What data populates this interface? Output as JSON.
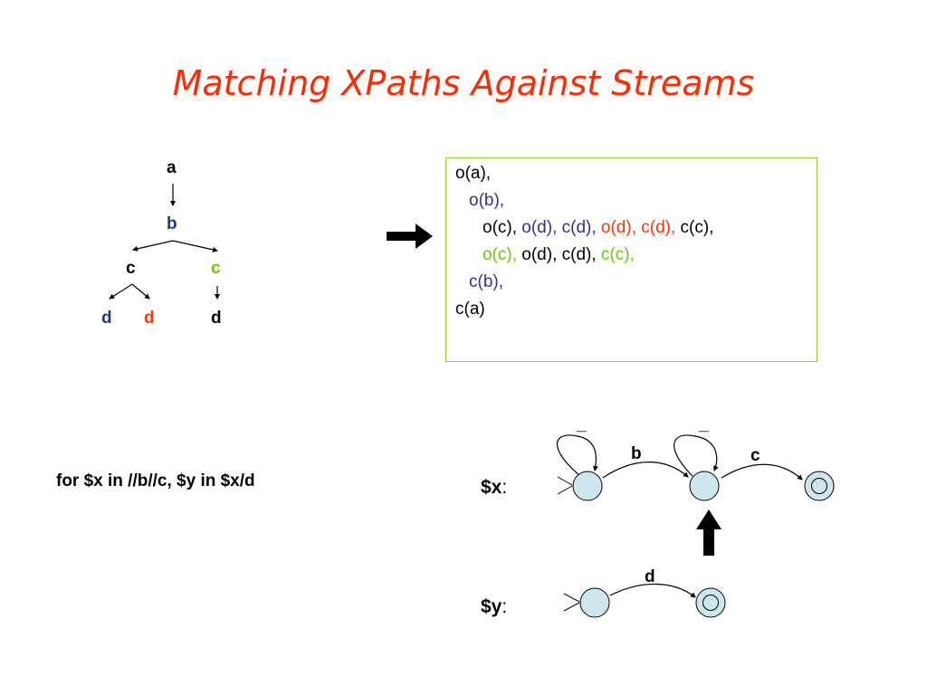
{
  "title": "Matching XPaths Against Streams",
  "tree": {
    "a": "a",
    "b": "b",
    "c_left": "c",
    "c_right": "c",
    "d_blue": "d",
    "d_red": "d",
    "d_black": "d"
  },
  "events": {
    "lines": [
      [
        {
          "text": "o(a),",
          "color": "black"
        }
      ],
      [
        {
          "text": "o(b),",
          "color": "blue"
        }
      ],
      [
        {
          "text": "o(c), ",
          "color": "black"
        },
        {
          "text": "o(d), c(d), ",
          "color": "blue"
        },
        {
          "text": "o(d), c(d), ",
          "color": "red"
        },
        {
          "text": "c(c),",
          "color": "black"
        }
      ],
      [
        {
          "text": "o(c), ",
          "color": "green"
        },
        {
          "text": "o(d), c(d), ",
          "color": "black"
        },
        {
          "text": "c(c),",
          "color": "green"
        }
      ],
      [
        {
          "text": "c(b),",
          "color": "blue"
        }
      ],
      [
        {
          "text": "c(a)",
          "color": "black"
        }
      ]
    ]
  },
  "query": "for $x in //b//c, $y in $x/d",
  "automata": {
    "x_label": "$x",
    "y_label": "$y",
    "colon": ":",
    "edge_b": "b",
    "edge_c": "c",
    "edge_d": "d",
    "wildcard_1": "_",
    "wildcard_2": "_",
    "state_fill": "#cce8ee"
  }
}
